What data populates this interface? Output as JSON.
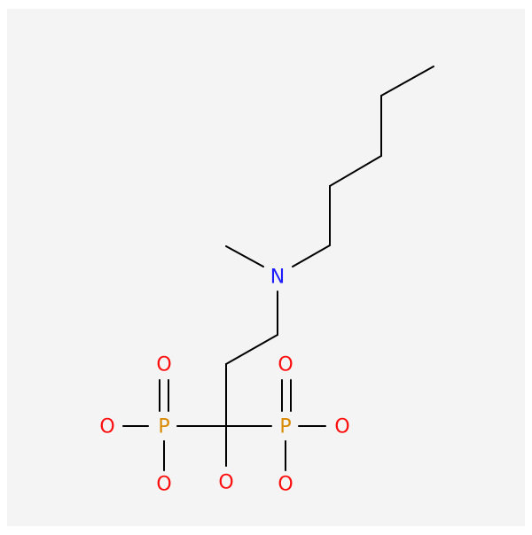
{
  "colors": {
    "background": "#f4f4f4",
    "page": "#ffffff",
    "bond": "#000000",
    "oxygen": "#ff0d0d",
    "phosphorus": "#d98a00",
    "nitrogen": "#1c1cff"
  },
  "molecule": {
    "atoms": [
      {
        "id": "N1",
        "label": "N",
        "element": "nitrogen"
      },
      {
        "id": "P1",
        "label": "P",
        "element": "phosphorus"
      },
      {
        "id": "P2",
        "label": "P",
        "element": "phosphorus"
      },
      {
        "id": "O1",
        "label": "O",
        "element": "oxygen"
      },
      {
        "id": "O2",
        "label": "O",
        "element": "oxygen"
      },
      {
        "id": "O3",
        "label": "O",
        "element": "oxygen"
      },
      {
        "id": "O4",
        "label": "O",
        "element": "oxygen"
      },
      {
        "id": "O5",
        "label": "O",
        "element": "oxygen"
      },
      {
        "id": "O6",
        "label": "O",
        "element": "oxygen"
      },
      {
        "id": "O7",
        "label": "O",
        "element": "oxygen"
      }
    ]
  }
}
